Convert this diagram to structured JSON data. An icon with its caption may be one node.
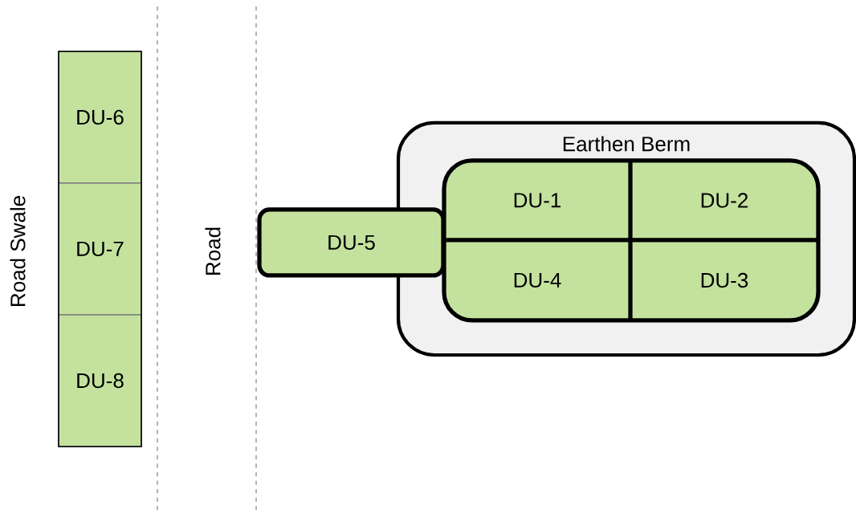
{
  "diagram": {
    "nodes": [
      {
        "text": [
          "Earthen Berm"
        ]
      },
      {
        "text": [],
        "shape": "box",
        "in": 0
      },
      {
        "text": [
          "DU-1"
        ],
        "in": 1
      },
      {
        "text": [
          "DU-2"
        ],
        "in": 1
      },
      {
        "text": [
          "DU-4"
        ],
        "in": 1
      },
      {
        "text": [
          "DU-3"
        ],
        "in": 1
      },
      {
        "text": [
          "DU-5"
        ]
      },
      {
        "text": [
          "DU-6"
        ]
      },
      {
        "text": [
          "DU-7"
        ]
      },
      {
        "text": [
          "DU-8"
        ]
      }
    ],
    "edges": [],
    "labels": [
      "Road Swale",
      "Road"
    ]
  }
}
